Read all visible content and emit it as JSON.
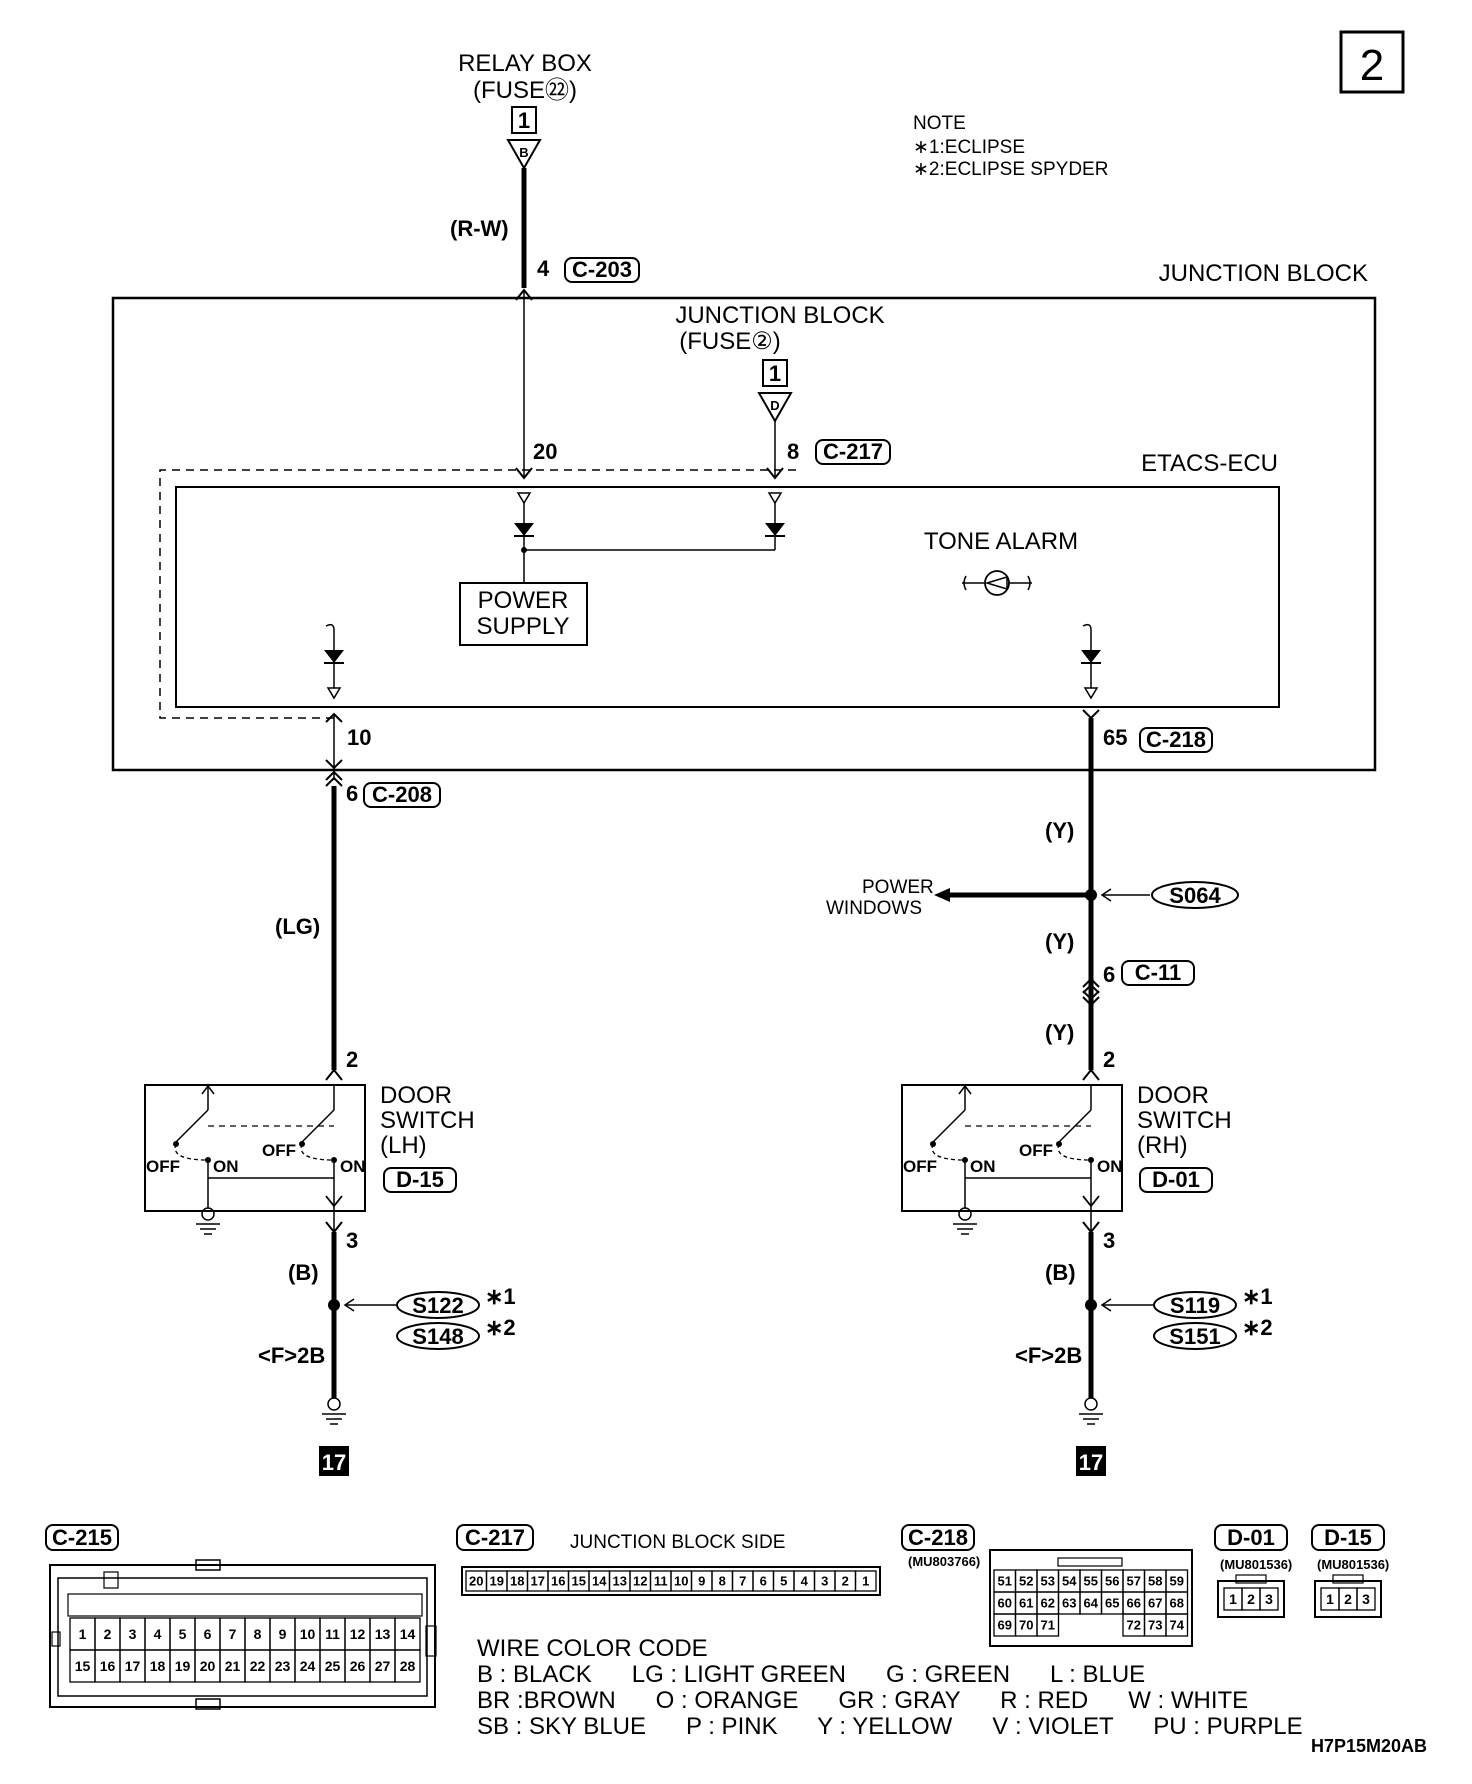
{
  "page_badge": "2",
  "note": {
    "title": "NOTE",
    "line1": "∗1:ECLIPSE",
    "line2": "∗2:ECLIPSE SPYDER"
  },
  "relay_box": {
    "title": "RELAY BOX",
    "fuse": "(FUSE㉒)",
    "box_num": "1",
    "tri_letter": "B",
    "wire": "(R-W)",
    "pin": "4",
    "connector": "C-203"
  },
  "junction_block": {
    "outer_label": "JUNCTION BLOCK",
    "inner_title": "JUNCTION BLOCK",
    "fuse": "(FUSE②)",
    "box_num": "1",
    "tri_letter": "D",
    "pin_left": "20",
    "pin_right": "8",
    "connector": "C-217"
  },
  "etacs": {
    "label": "ETACS-ECU",
    "power_supply_1": "POWER",
    "power_supply_2": "SUPPLY",
    "tone_alarm": "TONE ALARM"
  },
  "left_branch": {
    "pin_jb": "10",
    "pin_conn": "6",
    "connector": "C-208",
    "wire": "(LG)",
    "switch_pin_top": "2",
    "switch_title_1": "DOOR",
    "switch_title_2": "SWITCH",
    "switch_title_3": "(LH)",
    "switch_connector": "D-15",
    "off_a": "OFF",
    "on_a": "ON",
    "off_b": "OFF",
    "on_b": "ON",
    "switch_pin_bottom": "3",
    "wire_b": "(B)",
    "splice1": "S122",
    "splice1_note": "∗1",
    "splice2": "S148",
    "splice2_note": "∗2",
    "ground_ref": "<F>2B",
    "ground_num": "17"
  },
  "right_branch": {
    "pin_jb": "65",
    "connector": "C-218",
    "wire1": "(Y)",
    "power_windows_1": "POWER",
    "power_windows_2": "WINDOWS",
    "splice": "S064",
    "wire2": "(Y)",
    "pin_c11": "6",
    "connector_c11": "C-11",
    "wire3": "(Y)",
    "switch_pin_top": "2",
    "switch_title_1": "DOOR",
    "switch_title_2": "SWITCH",
    "switch_title_3": "(RH)",
    "switch_connector": "D-01",
    "off_a": "OFF",
    "on_a": "ON",
    "off_b": "OFF",
    "on_b": "ON",
    "switch_pin_bottom": "3",
    "wire_b": "(B)",
    "splice1": "S119",
    "splice1_note": "∗1",
    "splice2": "S151",
    "splice2_note": "∗2",
    "ground_ref": "<F>2B",
    "ground_num": "17"
  },
  "connectors": {
    "c215": {
      "label": "C-215",
      "row1": [
        "1",
        "2",
        "3",
        "4",
        "5",
        "6",
        "7",
        "8",
        "9",
        "10",
        "11",
        "12",
        "13",
        "14"
      ],
      "row2": [
        "15",
        "16",
        "17",
        "18",
        "19",
        "20",
        "21",
        "22",
        "23",
        "24",
        "25",
        "26",
        "27",
        "28"
      ]
    },
    "c217": {
      "label": "C-217",
      "side": "JUNCTION BLOCK SIDE",
      "pins": [
        "20",
        "19",
        "18",
        "17",
        "16",
        "15",
        "14",
        "13",
        "12",
        "11",
        "10",
        "9",
        "8",
        "7",
        "6",
        "5",
        "4",
        "3",
        "2",
        "1"
      ]
    },
    "c218": {
      "label": "C-218",
      "part": "(MU803766)",
      "row1": [
        "51",
        "52",
        "53",
        "54",
        "55",
        "56",
        "57",
        "58",
        "59"
      ],
      "row2": [
        "60",
        "61",
        "62",
        "63",
        "64",
        "65",
        "66",
        "67",
        "68"
      ],
      "row3": [
        "69",
        "70",
        "71",
        "",
        "",
        "",
        "72",
        "73",
        "74"
      ]
    },
    "d01": {
      "label": "D-01",
      "part": "(MU801536)",
      "pins": [
        "1",
        "2",
        "3"
      ]
    },
    "d15": {
      "label": "D-15",
      "part": "(MU801536)",
      "pins": [
        "1",
        "2",
        "3"
      ]
    }
  },
  "wire_color_code": {
    "title": "WIRE COLOR CODE",
    "line1": "B : BLACK      LG : LIGHT GREEN      G : GREEN      L : BLUE",
    "line2": "BR :BROWN      O : ORANGE      GR : GRAY      R : RED      W : WHITE",
    "line3": "SB : SKY BLUE      P : PINK      Y : YELLOW      V : VIOLET      PU : PURPLE"
  },
  "figure_code": "H7P15M20AB"
}
